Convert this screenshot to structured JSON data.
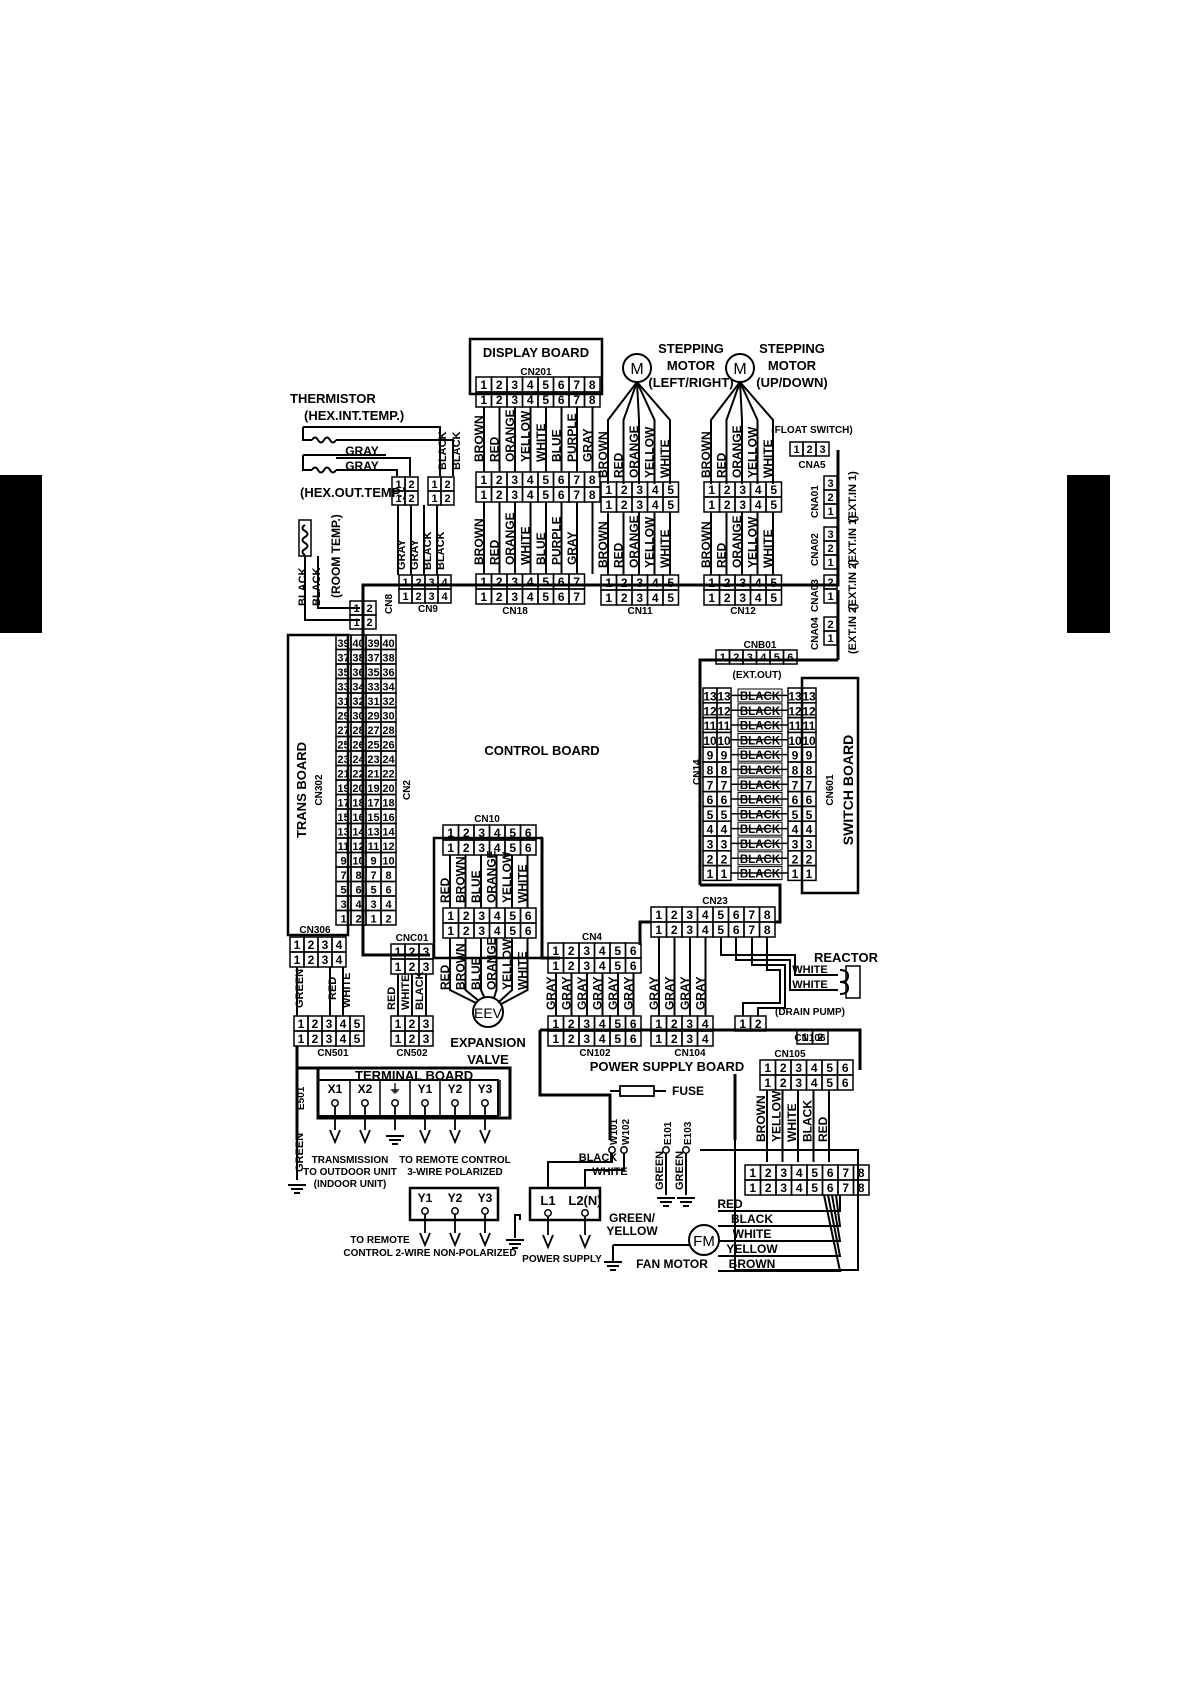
{
  "labels": {
    "display_board": "DISPLAY BOARD",
    "control_board": "CONTROL BOARD",
    "trans_board": "TRANS BOARD",
    "switch_board": "SWITCH BOARD",
    "terminal_board": "TERMINAL BOARD",
    "power_supply_board": "POWER SUPPLY BOARD",
    "thermistor": "THERMISTOR",
    "hex_int_temp": "(HEX.INT.TEMP.)",
    "hex_out_temp": "(HEX.OUT.TEMP.)",
    "room_temp": "(ROOM TEMP.)",
    "stepping_motor_lr": [
      "STEPPING",
      "MOTOR",
      "(LEFT/RIGHT)"
    ],
    "stepping_motor_ud": [
      "STEPPING",
      "MOTOR",
      "(UP/DOWN)"
    ],
    "float_switch": "(FLOAT SWITCH)",
    "ext_out": "(EXT.OUT)",
    "ext_in_1": "(EXT.IN 1)",
    "ext_in_2": "(EXT.IN 2)",
    "expansion_valve": [
      "EXPANSION",
      "VALVE"
    ],
    "reactor": "REACTOR",
    "drain_pump": "(DRAIN PUMP)",
    "fuse": "FUSE",
    "fan_motor": "FAN MOTOR",
    "power_supply": "POWER SUPPLY",
    "transmission": [
      "TRANSMISSION",
      "TO OUTDOOR UNIT",
      "(INDOOR UNIT)"
    ],
    "remote_3wire": [
      "TO REMOTE CONTROL",
      "3-WIRE POLARIZED"
    ],
    "remote_2wire": [
      "TO REMOTE",
      "CONTROL  2-WIRE NON-POLARIZED"
    ],
    "green_yellow": [
      "GREEN/",
      "YELLOW"
    ],
    "motor_symbol": "M",
    "eev_symbol": "EEV",
    "fan_motor_symbol": "FM"
  },
  "connectors": {
    "cn201": "CN201",
    "cn9": "CN9",
    "cn8": "CN8",
    "cn18": "CN18",
    "cn11": "CN11",
    "cn12": "CN12",
    "cna5": "CNA5",
    "cna01": "CNA01",
    "cna02": "CNA02",
    "cna03": "CNA03",
    "cna04": "CNA04",
    "cnb01": "CNB01",
    "cn14": "CN14",
    "cn601": "CN601",
    "cn302": "CN302",
    "cn2": "CN2",
    "cn306": "CN306",
    "cnc01": "CNC01",
    "cn10": "CN10",
    "cn4": "CN4",
    "cn23": "CN23",
    "cn501": "CN501",
    "cn502": "CN502",
    "cn102": "CN102",
    "cn104": "CN104",
    "cn105": "CN105",
    "cn106": "CN106",
    "e501": "E501",
    "w101": "W101",
    "w102": "W102",
    "e101": "E101",
    "e103": "E103"
  },
  "terminals": {
    "main": [
      "X1",
      "X2",
      "⏚",
      "Y1",
      "Y2",
      "Y3"
    ],
    "remote": [
      "Y1",
      "Y2",
      "Y3"
    ],
    "power": [
      "L1",
      "L2(N)"
    ]
  },
  "wires": {
    "display": [
      "BROWN",
      "RED",
      "ORANGE",
      "YELLOW",
      "WHITE",
      "BLUE",
      "PURPLE",
      "GRAY"
    ],
    "motor5": [
      "BROWN",
      "RED",
      "ORANGE",
      "YELLOW",
      "WHITE"
    ],
    "thermistor_hex": [
      "GRAY",
      "GRAY",
      "BLACK",
      "BLACK"
    ],
    "room_temp": [
      "BLACK",
      "BLACK"
    ],
    "cn18_wires": [
      "BROWN",
      "RED",
      "ORANGE",
      "WHITE",
      "BLUE",
      "PURPLE",
      "GRAY"
    ],
    "cn14_wire": "BLACK",
    "eev": [
      "RED",
      "BROWN",
      "BLUE",
      "ORANGE",
      "YELLOW",
      "WHITE"
    ],
    "cn102": [
      "GRAY",
      "GRAY",
      "GRAY",
      "GRAY",
      "GRAY",
      "GRAY"
    ],
    "cn104": [
      "GRAY",
      "GRAY",
      "GRAY",
      "GRAY"
    ],
    "cn501": [
      "GREEN",
      "RED",
      "WHITE"
    ],
    "cn502": [
      "RED",
      "WHITE",
      "BLACK"
    ],
    "reactor": [
      "WHITE",
      "WHITE"
    ],
    "cn105": [
      "BROWN",
      "YELLOW",
      "WHITE",
      "BLACK",
      "RED"
    ],
    "fan": [
      "RED",
      "BLACK",
      "WHITE",
      "YELLOW",
      "BROWN"
    ],
    "power": [
      "BLACK",
      "WHITE"
    ],
    "green": "GREEN",
    "e501_wire": "GREEN"
  },
  "cn2_rows": [
    [
      "39",
      "40",
      "39",
      "40"
    ],
    [
      "37",
      "38",
      "37",
      "38"
    ],
    [
      "35",
      "36",
      "35",
      "36"
    ],
    [
      "33",
      "34",
      "33",
      "34"
    ],
    [
      "31",
      "32",
      "31",
      "32"
    ],
    [
      "29",
      "30",
      "29",
      "30"
    ],
    [
      "27",
      "28",
      "27",
      "28"
    ],
    [
      "25",
      "26",
      "25",
      "26"
    ],
    [
      "23",
      "24",
      "23",
      "24"
    ],
    [
      "21",
      "22",
      "21",
      "22"
    ],
    [
      "19",
      "20",
      "19",
      "20"
    ],
    [
      "17",
      "18",
      "17",
      "18"
    ],
    [
      "15",
      "16",
      "15",
      "16"
    ],
    [
      "13",
      "14",
      "13",
      "14"
    ],
    [
      "11",
      "12",
      "11",
      "12"
    ],
    [
      "9",
      "10",
      "9",
      "10"
    ],
    [
      "7",
      "8",
      "7",
      "8"
    ],
    [
      "5",
      "6",
      "5",
      "6"
    ],
    [
      "3",
      "4",
      "3",
      "4"
    ],
    [
      "1",
      "2",
      "1",
      "2"
    ]
  ],
  "cn14_pins": [
    "13",
    "12",
    "11",
    "10",
    "9",
    "8",
    "7",
    "6",
    "5",
    "4",
    "3",
    "2",
    "1"
  ],
  "pins8": [
    "1",
    "2",
    "3",
    "4",
    "5",
    "6",
    "7",
    "8"
  ]
}
